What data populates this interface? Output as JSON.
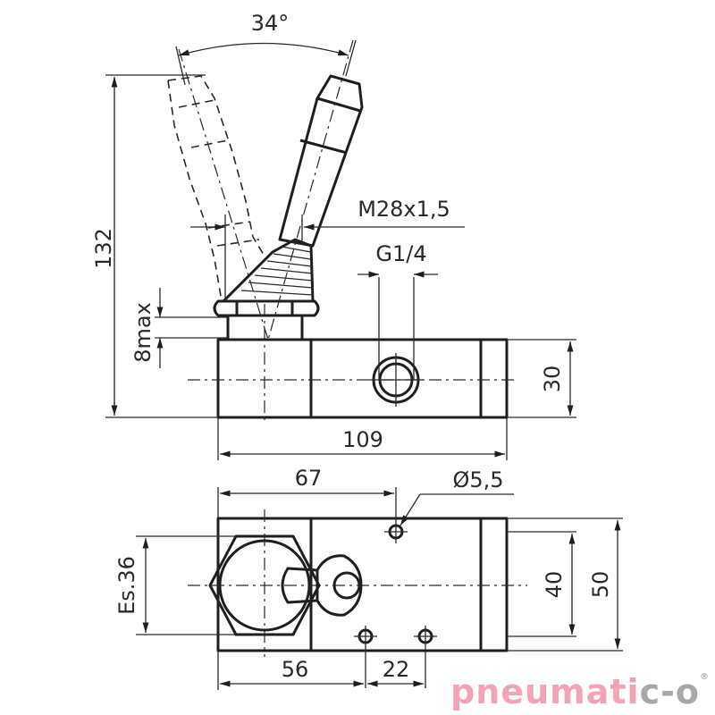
{
  "drawing": {
    "title": "Hand lever valve dimension drawing",
    "dimensions": {
      "lever_angle": "34°",
      "total_height": "132",
      "nut_height": "8max",
      "thread": "M28x1,5",
      "port": "G1/4",
      "body_height": "30",
      "body_length": "109",
      "hole_offset": "67",
      "hole_diameter": "Ø5,5",
      "wrench_size": "Es.36",
      "hole_spacing_y": "40",
      "body_width": "50",
      "lower_offset": "56",
      "hole_spacing_x": "22"
    }
  },
  "brand": {
    "name_pink": "pneumati",
    "name_grey": "c-o",
    "registered": "®",
    "pink_color": "#f2a3b8",
    "grey_color": "#a8a8a8"
  }
}
